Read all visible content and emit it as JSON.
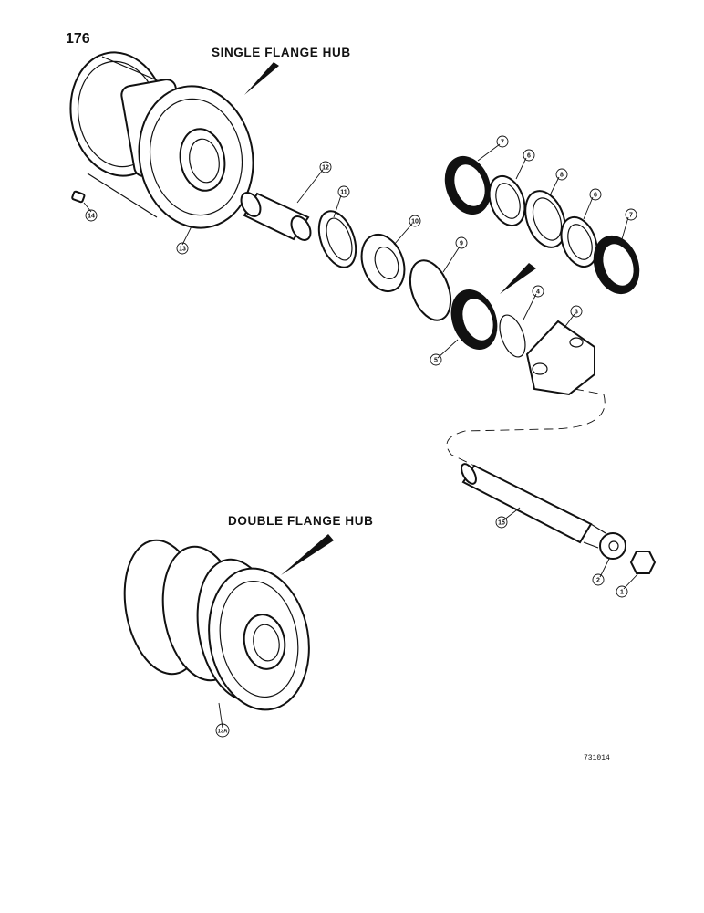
{
  "page_number": "176",
  "titles": {
    "single_flange_hub": "SINGLE FLANGE HUB",
    "double_flange_hub": "DOUBLE FLANGE HUB"
  },
  "reference_number": "731014",
  "callouts": [
    "1",
    "2",
    "3",
    "4",
    "5",
    "6",
    "7",
    "8",
    "9",
    "10",
    "11",
    "12",
    "13",
    "13A",
    "14",
    "15"
  ]
}
